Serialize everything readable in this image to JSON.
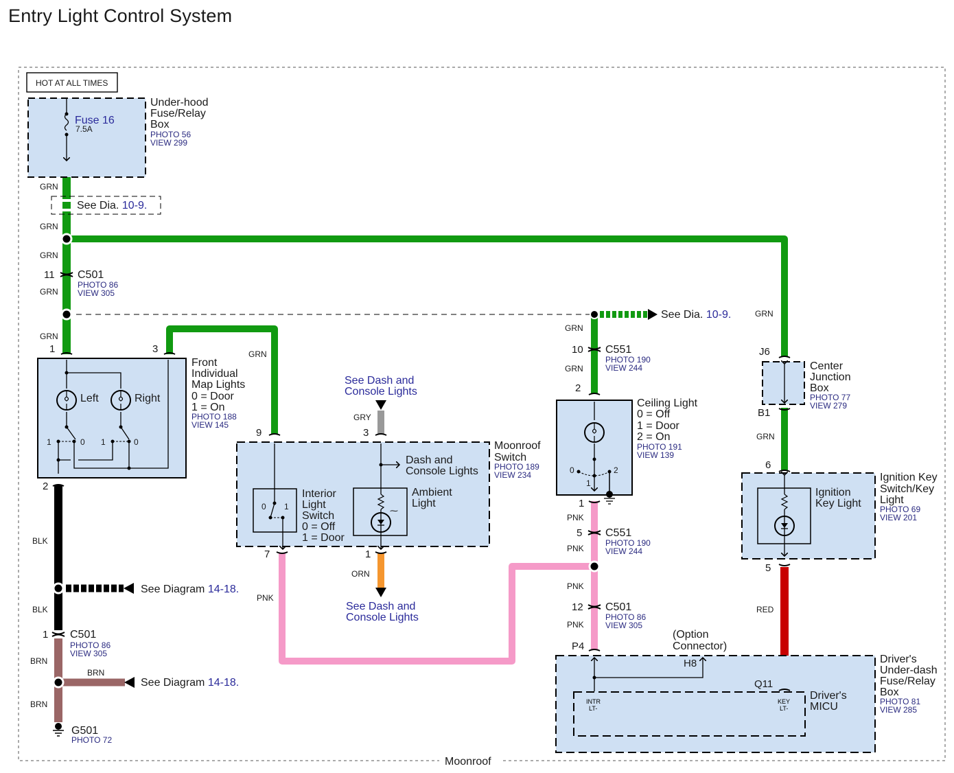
{
  "title": "Entry Light Control System",
  "hot_label": "HOT AT ALL TIMES",
  "border_label": "Moonroof",
  "colors": {
    "GRN": "#119a11",
    "BLK": "#000000",
    "BRN": "#9a6666",
    "PNK": "#f59ac8",
    "GRY": "#999999",
    "ORN": "#f5962f",
    "RED": "#c80000",
    "component_fill": "#cfe0f3",
    "ref_text": "#2a2a80"
  },
  "components": {
    "underhood": {
      "name": [
        "Under-hood",
        "Fuse/Relay",
        "Box"
      ],
      "photo": "PHOTO 56",
      "view": "VIEW 299",
      "fuse": "Fuse 16",
      "rating": "7.5A"
    },
    "map_lights": {
      "name": [
        "Front",
        "Individual",
        "Map Lights",
        "0 = Door",
        "1 = On"
      ],
      "photo": "PHOTO 188",
      "view": "VIEW 145",
      "left": "Left",
      "right": "Right",
      "pin_top_left": "1",
      "pin_top_right": "3",
      "pin_bottom": "2",
      "sw_labels": [
        "1",
        "0",
        "1",
        "0"
      ]
    },
    "moonroof_switch": {
      "name": [
        "Moonroof",
        "Switch"
      ],
      "photo": "PHOTO 189",
      "view": "VIEW 234",
      "interior": [
        "Interior",
        "Light",
        "Switch",
        "0 = Off",
        "1 = Door"
      ],
      "ambient": [
        "Ambient",
        "Light"
      ],
      "dash": [
        "Dash and",
        "Console Lights"
      ],
      "pin_9": "9",
      "pin_3": "3",
      "pin_7": "7",
      "pin_1": "1",
      "sw0": "0",
      "sw1": "1"
    },
    "ceiling_light": {
      "name": [
        "Ceiling Light",
        "0 = Off",
        "1 = Door",
        "2 = On"
      ],
      "photo": "PHOTO 191",
      "view": "VIEW 139",
      "pin_top": "2",
      "pin_bottom": "1",
      "pos0": "0",
      "pos1": "1",
      "pos2": "2"
    },
    "center_junction": {
      "name": [
        "Center",
        "Junction",
        "Box"
      ],
      "photo": "PHOTO 77",
      "view": "VIEW 279",
      "pin_top": "J6",
      "pin_bottom": "B1"
    },
    "ignition_key": {
      "name": [
        "Ignition Key",
        "Switch/Key",
        "Light"
      ],
      "photo": "PHOTO 69",
      "view": "VIEW 201",
      "inner": [
        "Ignition",
        "Key Light"
      ],
      "pin_top": "6",
      "pin_bottom": "5"
    },
    "underdash": {
      "name": [
        "Driver's",
        "Under-dash",
        "Fuse/Relay",
        "Box"
      ],
      "photo": "PHOTO 81",
      "view": "VIEW 285",
      "micu": [
        "Driver's",
        "MICU"
      ],
      "option": [
        "(Option",
        "Connector)"
      ],
      "pin_p4": "P4",
      "pin_h8": "H8",
      "pin_q11": "Q11",
      "intr": [
        "INTR",
        "LT-"
      ],
      "key": [
        "KEY",
        "LT-"
      ]
    }
  },
  "connectors": {
    "c501_top": {
      "name": "C501",
      "photo": "PHOTO 86",
      "view": "VIEW 305",
      "pin": "11"
    },
    "c501_left": {
      "name": "C501",
      "photo": "PHOTO 86",
      "view": "VIEW 305",
      "pin": "1"
    },
    "c501_right": {
      "name": "C501",
      "photo": "PHOTO 86",
      "view": "VIEW 305",
      "pin": "12"
    },
    "c551_top": {
      "name": "C551",
      "photo": "PHOTO 190",
      "view": "VIEW 244",
      "pin": "10"
    },
    "c551_bottom": {
      "name": "C551",
      "photo": "PHOTO 190",
      "view": "VIEW 244",
      "pin": "5"
    },
    "g501": {
      "name": "G501",
      "photo": "PHOTO 72"
    }
  },
  "references": {
    "see_dia_top": {
      "prefix": "See Dia.",
      "num": "10-9."
    },
    "see_dia_right": {
      "prefix": "See Dia.",
      "num": "10-9."
    },
    "see_diag_blk": {
      "prefix": "See Diagram",
      "num": "14-18."
    },
    "see_diag_brn": {
      "prefix": "See Diagram",
      "num": "14-18."
    },
    "dash_top": [
      "See Dash and",
      "Console Lights"
    ],
    "dash_bottom": [
      "See Dash and",
      "Console Lights"
    ]
  },
  "wire_labels": {
    "grn": "GRN",
    "blk": "BLK",
    "brn": "BRN",
    "pnk": "PNK",
    "gry": "GRY",
    "orn": "ORN",
    "red": "RED"
  }
}
